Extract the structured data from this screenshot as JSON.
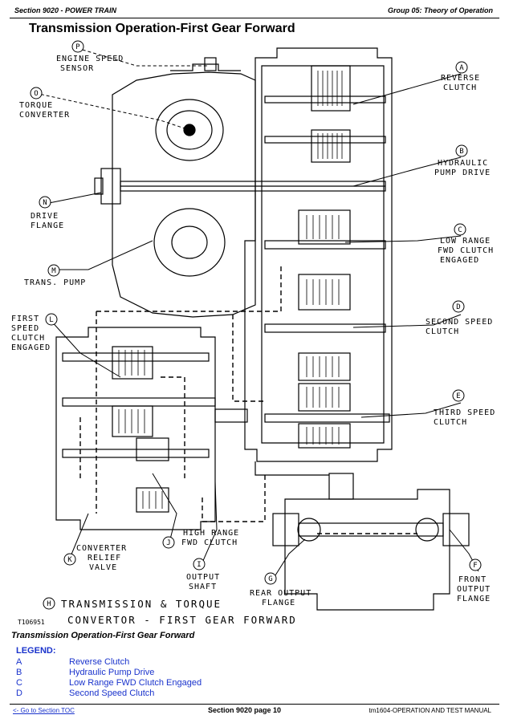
{
  "header": {
    "section": "Section 9020 - POWER TRAIN",
    "group": "Group 05: Theory of Operation"
  },
  "title": "Transmission Operation-First Gear Forward",
  "diagram": {
    "callouts": [
      {
        "id": "A",
        "lines": [
          "REVERSE",
          "CLUTCH"
        ]
      },
      {
        "id": "B",
        "lines": [
          "HYDRAULIC",
          "PUMP DRIVE"
        ]
      },
      {
        "id": "C",
        "lines": [
          "LOW RANGE",
          "FWD CLUTCH",
          "ENGAGED"
        ]
      },
      {
        "id": "D",
        "lines": [
          "SECOND SPEED",
          "CLUTCH"
        ]
      },
      {
        "id": "E",
        "lines": [
          "THIRD SPEED",
          "CLUTCH"
        ]
      },
      {
        "id": "F",
        "lines": [
          "FRONT",
          "OUTPUT",
          "FLANGE"
        ]
      },
      {
        "id": "G",
        "lines": [
          "REAR OUTPUT",
          "FLANGE"
        ]
      },
      {
        "id": "I",
        "lines": [
          "OUTPUT",
          "SHAFT"
        ]
      },
      {
        "id": "J",
        "lines": [
          "HIGH RANGE",
          "FWD CLUTCH"
        ]
      },
      {
        "id": "K",
        "lines": [
          "CONVERTER",
          "RELIEF",
          "VALVE"
        ]
      },
      {
        "id": "L",
        "lines": [
          "FIRST",
          "SPEED",
          "CLUTCH",
          "ENGAGED"
        ]
      },
      {
        "id": "M",
        "lines": [
          "TRANS. PUMP"
        ]
      },
      {
        "id": "N",
        "lines": [
          "DRIVE",
          "FLANGE"
        ]
      },
      {
        "id": "O",
        "lines": [
          "TORQUE",
          "CONVERTER"
        ]
      },
      {
        "id": "P",
        "lines": [
          "ENGINE SPEED",
          "SENSOR"
        ]
      }
    ],
    "figure_title": {
      "id": "H",
      "lines": [
        "TRANSMISSION & TORQUE",
        "CONVERTOR - FIRST GEAR FORWARD"
      ]
    },
    "figure_code": "T106951"
  },
  "caption": "Transmission Operation-First Gear Forward",
  "legend": {
    "heading": "LEGEND:",
    "items": [
      {
        "key": "A",
        "value": "Reverse Clutch"
      },
      {
        "key": "B",
        "value": "Hydraulic Pump Drive"
      },
      {
        "key": "C",
        "value": "Low Range FWD Clutch Engaged"
      },
      {
        "key": "D",
        "value": "Second Speed Clutch"
      }
    ]
  },
  "footer": {
    "toc_link": "<- Go to Section TOC",
    "page": "Section 9020 page 10",
    "manual": "tm1604-OPERATION AND TEST MANUAL"
  }
}
